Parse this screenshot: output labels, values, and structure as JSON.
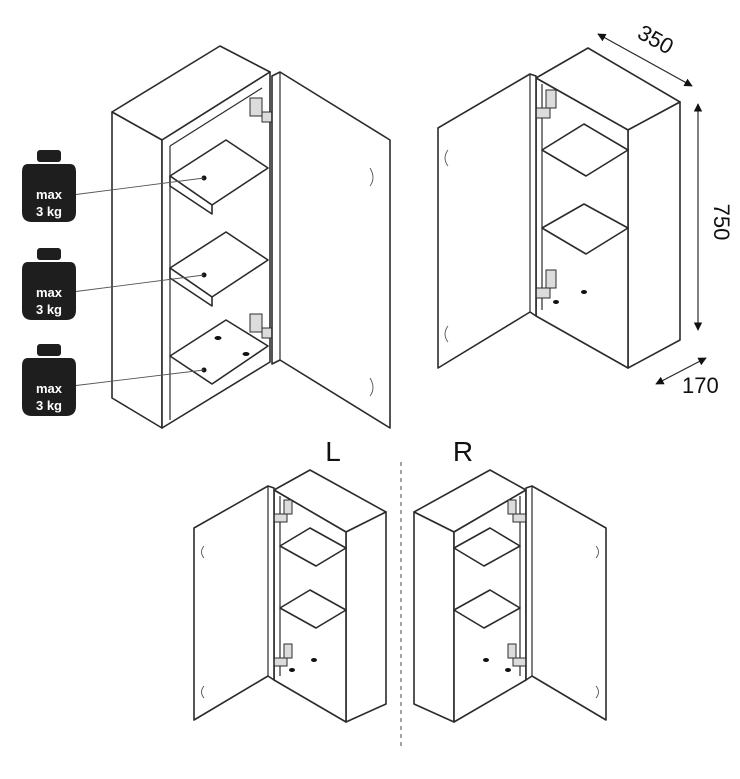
{
  "weights": [
    {
      "line1": "max",
      "line2": "3 kg"
    },
    {
      "line1": "max",
      "line2": "3 kg"
    },
    {
      "line1": "max",
      "line2": "3 kg"
    }
  ],
  "dimensions": {
    "width": "350",
    "height": "750",
    "depth": "170"
  },
  "variants": {
    "left": "L",
    "right": "R"
  },
  "colors": {
    "line": "#2b2b2b",
    "weight_fill": "#1e1e1e",
    "background": "#ffffff"
  }
}
